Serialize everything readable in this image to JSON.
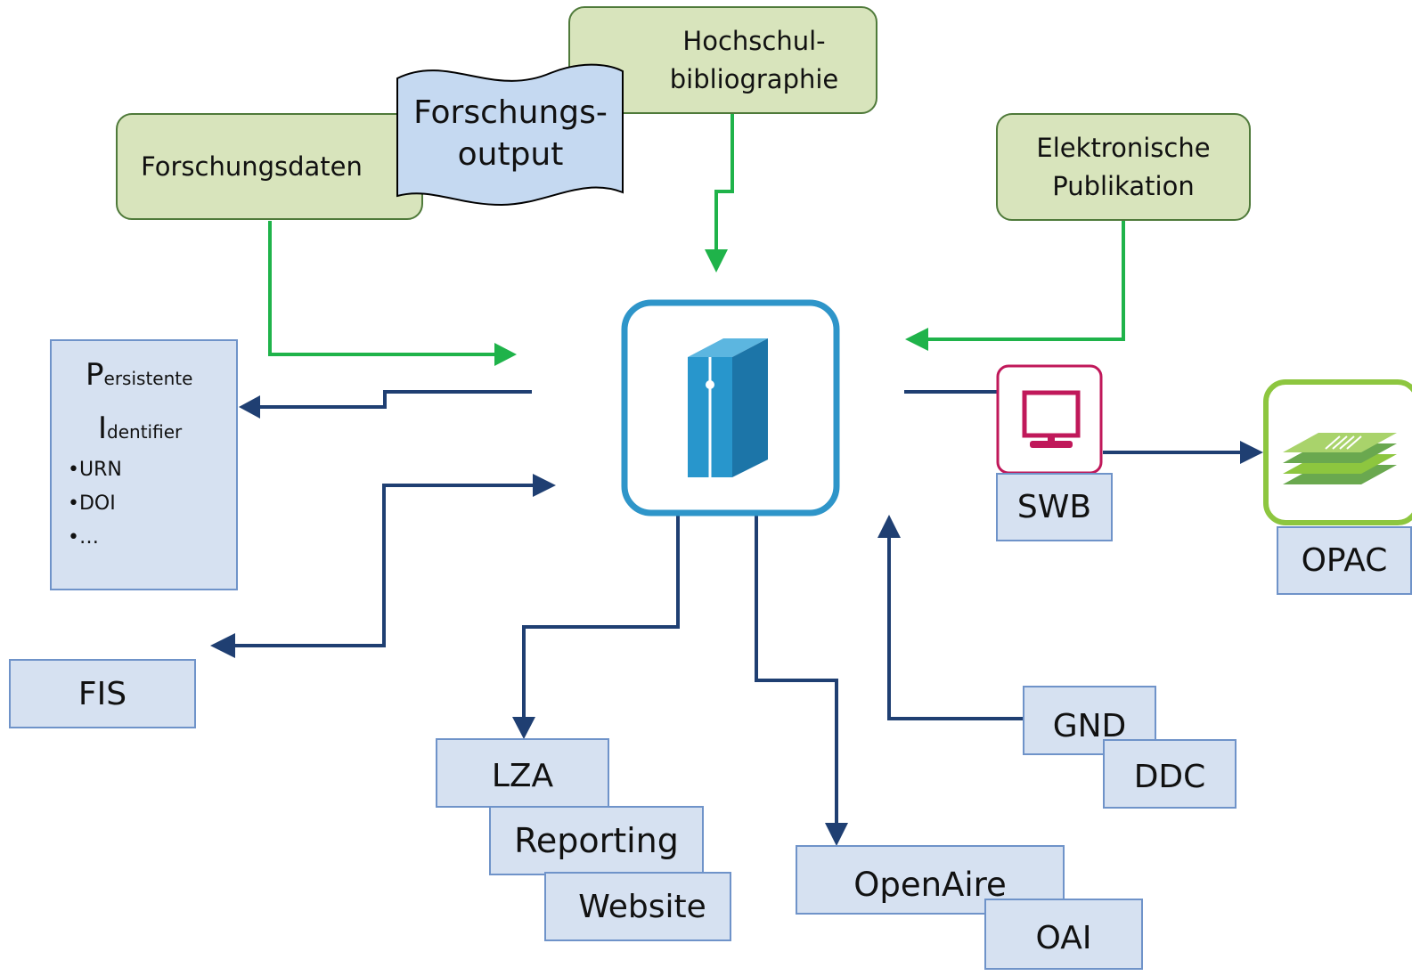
{
  "nodes": {
    "hochschulbibliographie": "Hochschul-\nbibliographie",
    "forschungsoutput": "Forschungs-\noutput",
    "forschungsdaten": "Forschungsdaten",
    "elektronische_publikation": "Elektronische\nPublikation",
    "swb": "SWB",
    "opac": "OPAC",
    "fis": "FIS",
    "lza": "LZA",
    "reporting": "Reporting",
    "website": "Website",
    "openaire": "OpenAire",
    "oai": "OAI",
    "gnd": "GND",
    "ddc": "DDC"
  },
  "persistent_identifier": {
    "p_cap": "P",
    "p_rest": "ersistente",
    "i_cap": "I",
    "i_rest": "dentifier",
    "items": [
      "•URN",
      "•DOI",
      "•…"
    ]
  },
  "icons": {
    "center": "server-tower-icon",
    "swb": "monitor-icon",
    "opac": "stacked-documents-icon"
  },
  "colors": {
    "green_box": "#d8e4bc",
    "green_arrow": "#1fb34a",
    "blue_box": "#d6e1f1",
    "navy_arrow": "#1f3f72",
    "server_frame": "#2e95c9",
    "swb_frame": "#c0185a",
    "opac_frame": "#8dc63f"
  }
}
